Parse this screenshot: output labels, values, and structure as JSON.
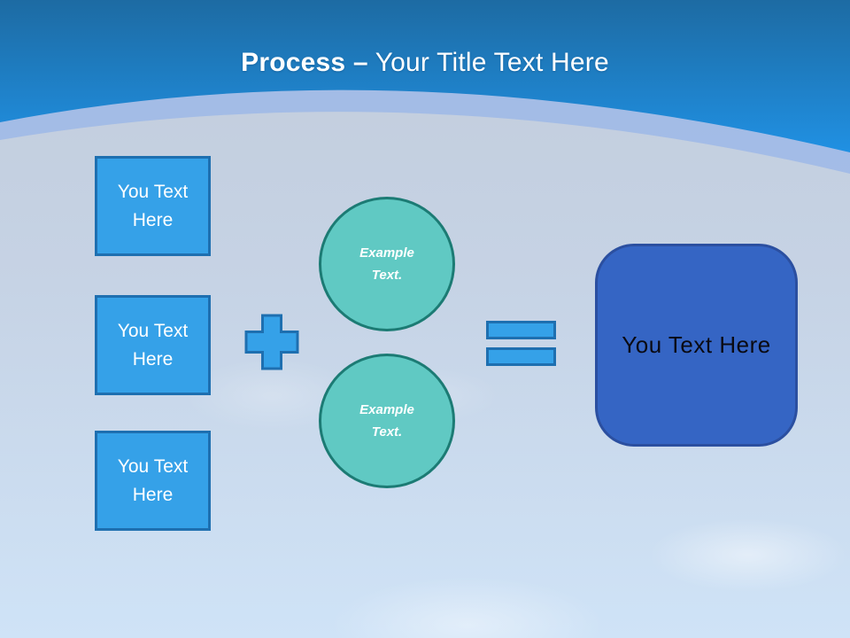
{
  "title": {
    "bold": "Process –",
    "rest": " Your Title Text Here"
  },
  "left_boxes": [
    {
      "label": "You Text Here"
    },
    {
      "label": "You Text Here"
    },
    {
      "label": "You Text Here"
    }
  ],
  "circles": [
    {
      "label": "Example Text."
    },
    {
      "label": "Example Text."
    }
  ],
  "result_box": {
    "label": "You Text Here"
  },
  "icons": {
    "plus": "plus-icon",
    "equals": "equals-icon"
  },
  "colors": {
    "header_gradient_top": "#1d6ba3",
    "header_gradient_bottom": "#2090e2",
    "curve_band": "#9db9e8",
    "body_top": "#c2ccdb",
    "body_bottom": "#cfe3f7",
    "box_fill": "#35a1e8",
    "box_border": "#1e6fb0",
    "circle_fill": "#60c9c3",
    "circle_border": "#1c7b74",
    "result_fill": "#3565c4",
    "result_border": "#2b4fa0",
    "title_text": "#ffffff",
    "box_text": "#ffffff",
    "circle_text": "#ffffff",
    "result_text": "#0a0a12"
  }
}
